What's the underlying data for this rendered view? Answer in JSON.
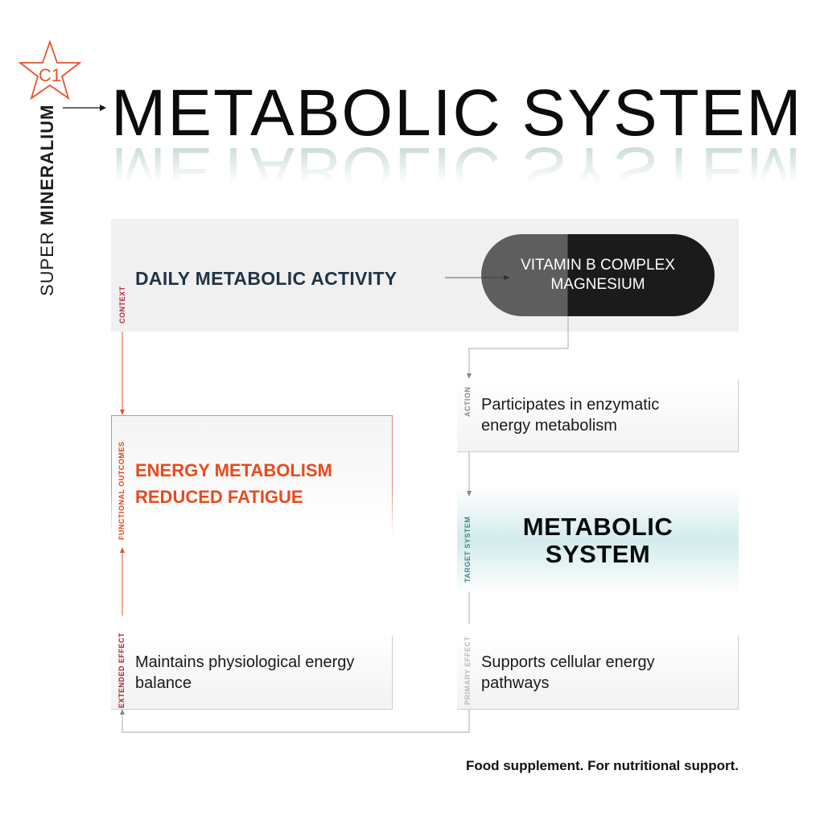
{
  "brand": {
    "badge": "C1",
    "prefix": "SUPER",
    "name": "MINERALIUM"
  },
  "title": "METABOLIC SYSTEM",
  "context": {
    "label": "CONTEXT",
    "heading": "DAILY METABOLIC ACTIVITY",
    "ingredients": [
      "VITAMIN B COMPLEX",
      "MAGNESIUM"
    ]
  },
  "action": {
    "label": "ACTION",
    "text_lines": [
      "Participates in enzymatic",
      "energy metabolism"
    ]
  },
  "functional_outcomes": {
    "label": "FUNCTIONAL OUTCOMES",
    "lines": [
      "ENERGY METABOLISM",
      "REDUCED FATIGUE"
    ]
  },
  "target_system": {
    "label": "TARGET SYSTEM",
    "lines": [
      "METABOLIC",
      "SYSTEM"
    ]
  },
  "extended_effect": {
    "label": "EXTENDED EFFECT",
    "text_lines": [
      "Maintains physiological energy",
      "balance"
    ]
  },
  "primary_effect": {
    "label": "PRIMARY EFFECT",
    "text_lines": [
      "Supports cellular energy",
      "pathways"
    ]
  },
  "footer": "Food supplement. For nutritional support.",
  "colors": {
    "accent_orange": "#ea4a1c",
    "navy": "#1e3446",
    "teal_label": "#3f8a86",
    "dark_red_label": "#a3222a",
    "gray_label": "#8a8a8a",
    "light_gray_label": "#b8bcbc"
  }
}
